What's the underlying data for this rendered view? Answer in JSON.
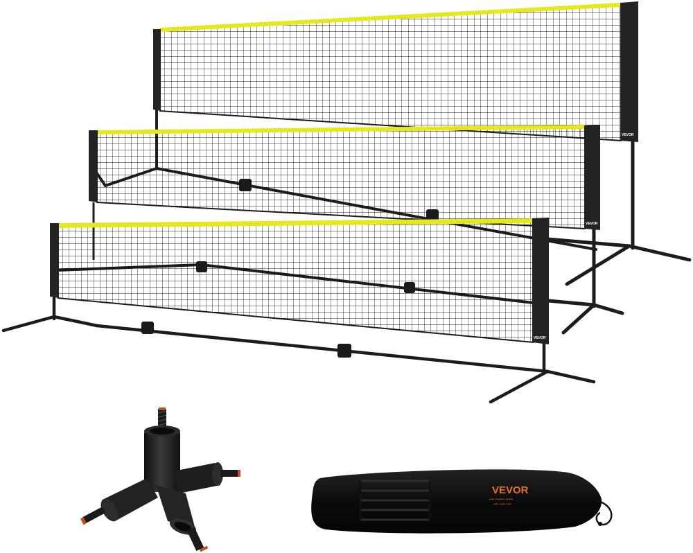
{
  "product": {
    "nets": [
      {
        "id": "tall",
        "tag": "VEVOR"
      },
      {
        "id": "medium",
        "tag": "VEVOR"
      },
      {
        "id": "short",
        "tag": "VEVOR"
      }
    ]
  },
  "bag": {
    "brand": "VEVOR",
    "fine_print": [
      "•••• •••••••• ••••••",
      "•••• ••••• ••••"
    ]
  },
  "colors": {
    "net_mesh": "#1a1a1a",
    "net_top_band": "#e6e81e",
    "pole": "#2a2a2a",
    "bag_body": "#0d0d0d",
    "bag_logo": "#e0702a",
    "connector": "#1c1c1c",
    "connector_tip": "#c0502a"
  },
  "icons": [
    "net-illustration",
    "connector-illustration",
    "carry-bag-illustration"
  ]
}
